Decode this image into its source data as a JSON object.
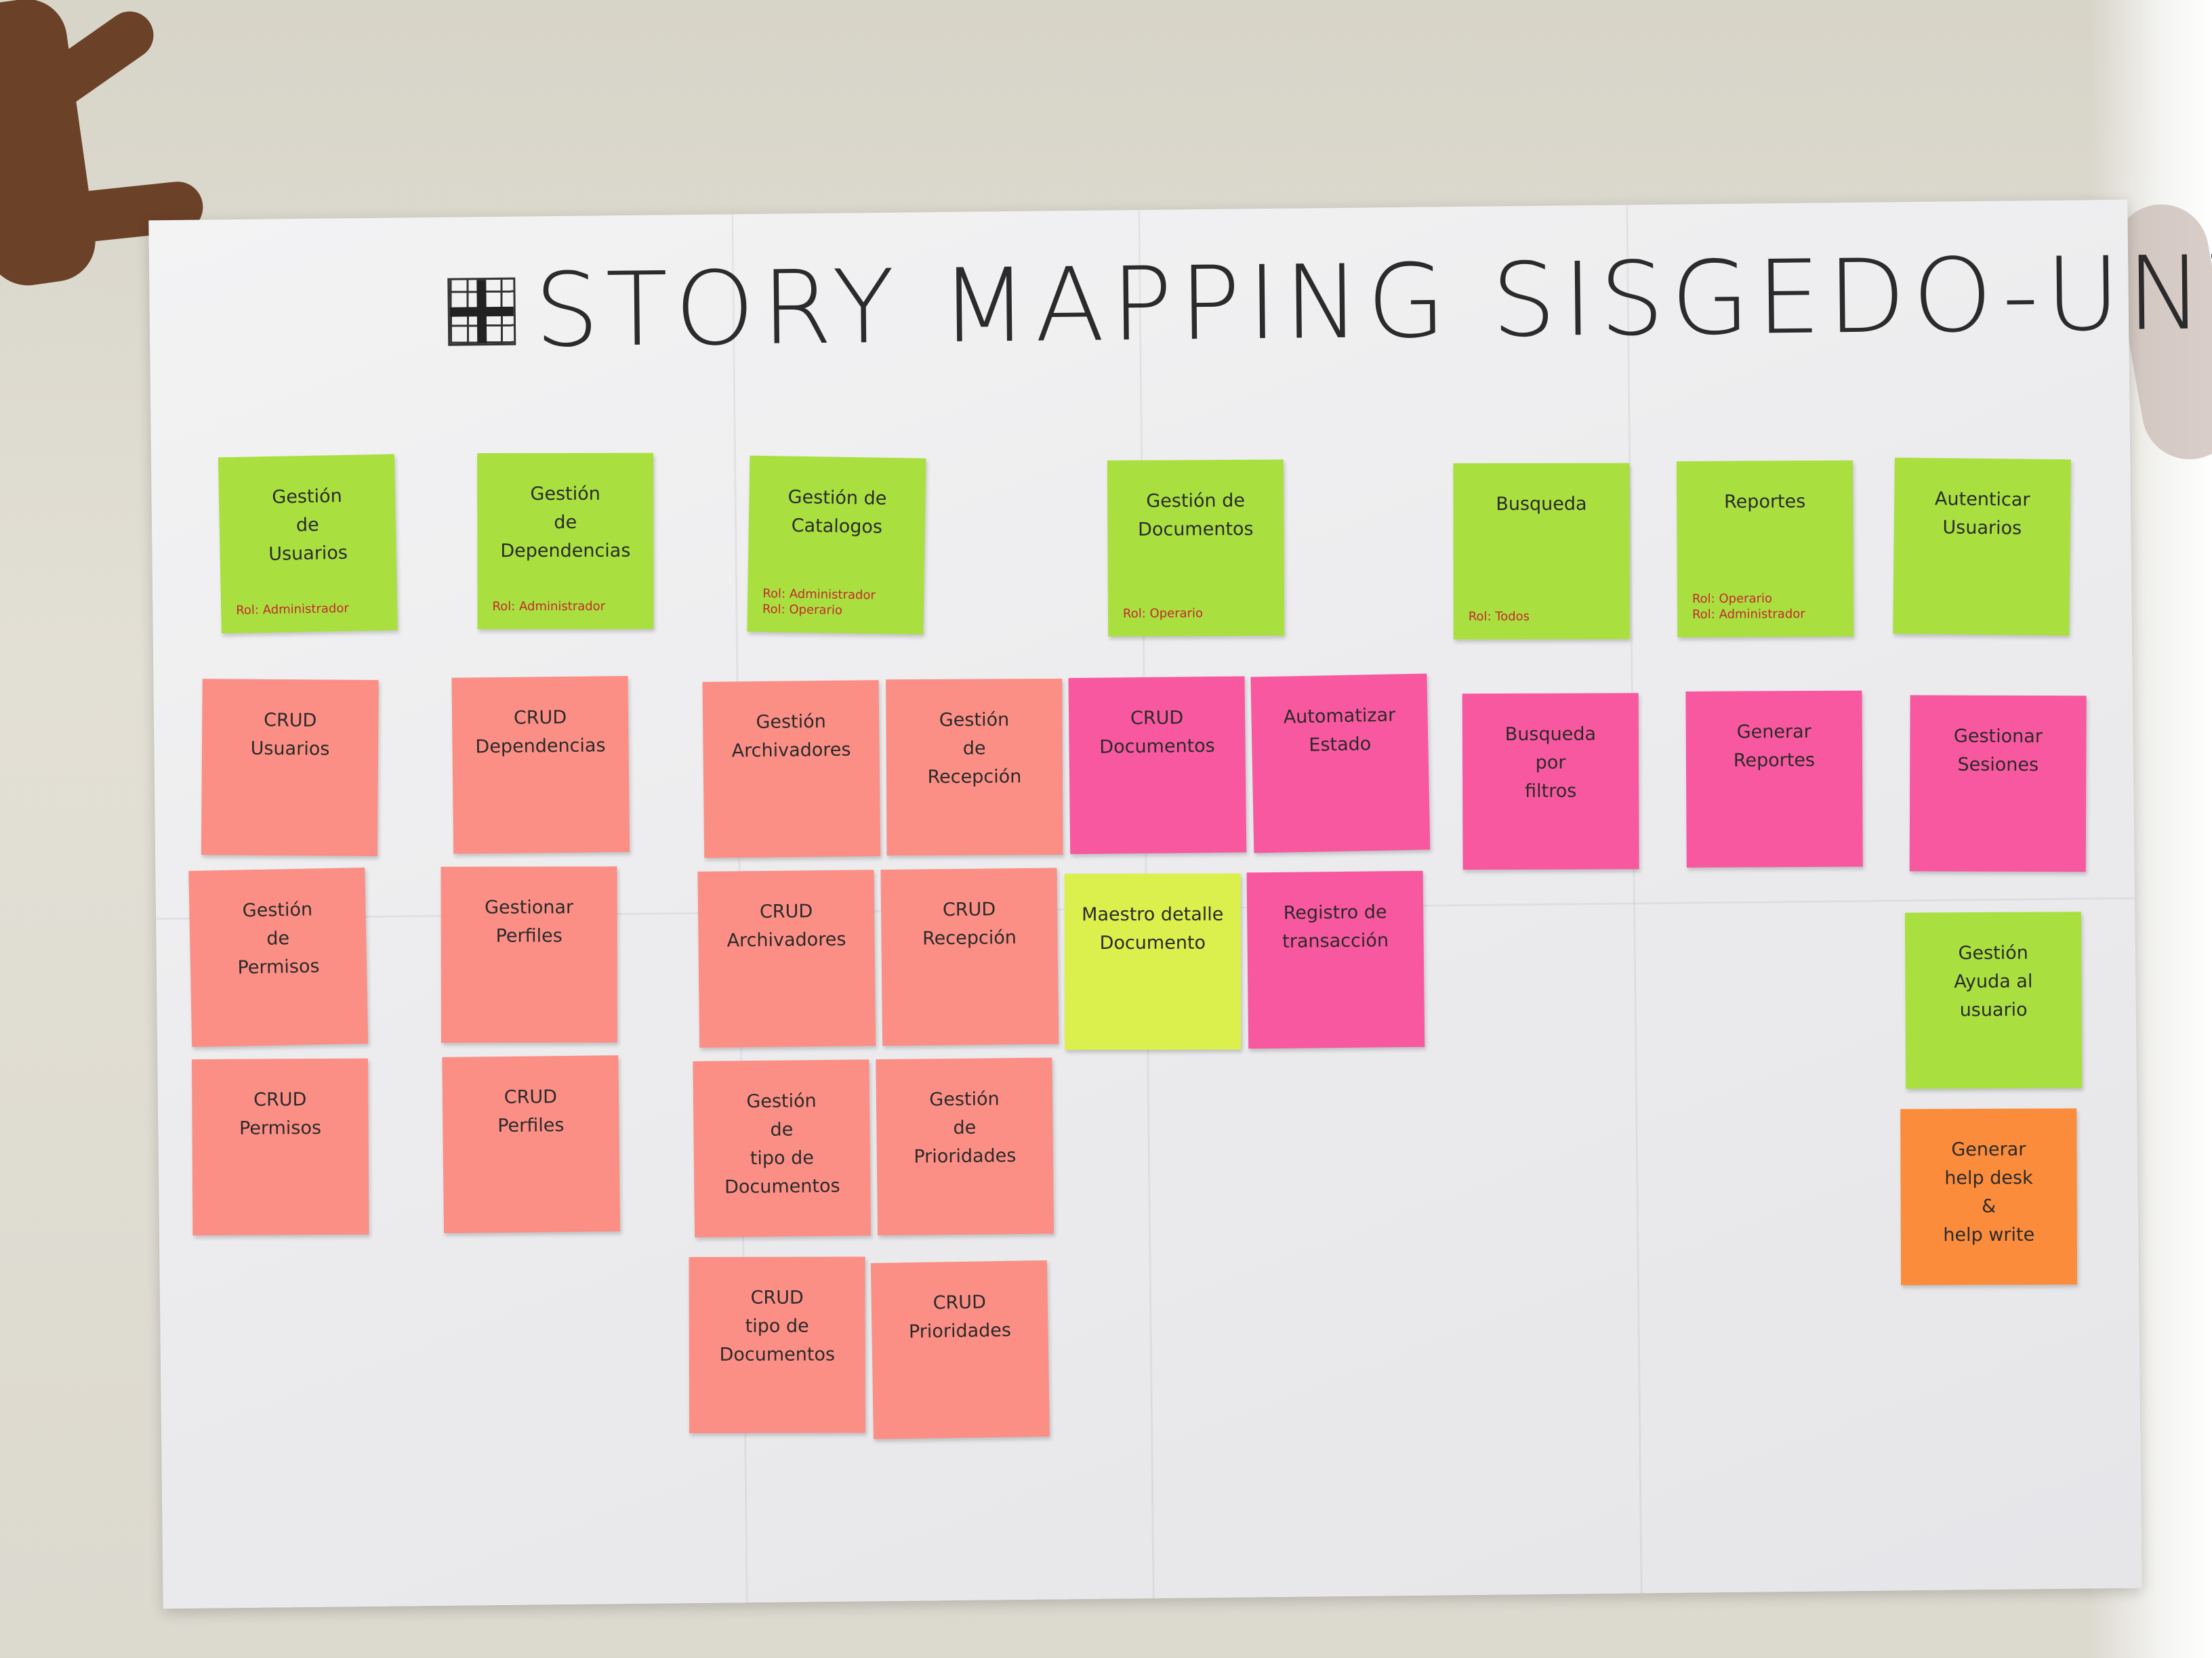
{
  "board": {
    "title": "STORY MAPPING SISGEDO-UNT"
  },
  "notes": [
    {
      "id": "gestion-usuarios",
      "label": "Gestión\nde\nUsuarios",
      "roles": "Rol: Administrador",
      "color": "#a9e040"
    },
    {
      "id": "gestion-dependencias",
      "label": "Gestión\nde\nDependencias",
      "roles": "Rol: Administrador",
      "color": "#a9e040"
    },
    {
      "id": "gestion-catalogos",
      "label": "Gestión de\nCatalogos",
      "roles": "Rol: Administrador\nRol: Operario",
      "color": "#a9e040"
    },
    {
      "id": "gestion-documentos",
      "label": "Gestión de\nDocumentos",
      "roles": "Rol: Operario",
      "color": "#a9e040"
    },
    {
      "id": "busqueda",
      "label": "Busqueda",
      "roles": "Rol: Todos",
      "color": "#a9e040"
    },
    {
      "id": "reportes",
      "label": "Reportes",
      "roles": "Rol: Operario\nRol: Administrador",
      "color": "#a9e040"
    },
    {
      "id": "autenticar-usuarios",
      "label": "Autenticar\nUsuarios",
      "roles": "",
      "color": "#a9e040"
    },
    {
      "id": "crud-usuarios",
      "label": "CRUD\nUsuarios",
      "roles": "",
      "color": "#fb8f86"
    },
    {
      "id": "crud-dependencias",
      "label": "CRUD\nDependencias",
      "roles": "",
      "color": "#fb8f86"
    },
    {
      "id": "gestion-archivadores",
      "label": "Gestión\nArchivadores",
      "roles": "",
      "color": "#fb8f86"
    },
    {
      "id": "gestion-recepcion",
      "label": "Gestión\nde\nRecepción",
      "roles": "",
      "color": "#fb8f86"
    },
    {
      "id": "crud-documentos",
      "label": "CRUD\nDocumentos",
      "roles": "",
      "color": "#f8589f"
    },
    {
      "id": "automatizar-estado",
      "label": "Automatizar\nEstado",
      "roles": "",
      "color": "#f8589f"
    },
    {
      "id": "busqueda-filtros",
      "label": "Busqueda\npor\nfiltros",
      "roles": "",
      "color": "#f8589f"
    },
    {
      "id": "generar-reportes",
      "label": "Generar Reportes",
      "roles": "",
      "color": "#f8589f"
    },
    {
      "id": "gestionar-sesiones",
      "label": "Gestionar\nSesiones",
      "roles": "",
      "color": "#f8589f"
    },
    {
      "id": "gestion-permisos",
      "label": "Gestión\nde\nPermisos",
      "roles": "",
      "color": "#fb8f86"
    },
    {
      "id": "gestionar-perfiles",
      "label": "Gestionar\nPerfiles",
      "roles": "",
      "color": "#fb8f86"
    },
    {
      "id": "crud-archivadores",
      "label": "CRUD\nArchivadores",
      "roles": "",
      "color": "#fb8f86"
    },
    {
      "id": "crud-recepcion",
      "label": "CRUD\nRecepción",
      "roles": "",
      "color": "#fb8f86"
    },
    {
      "id": "maestro-detalle",
      "label": "Maestro detalle\nDocumento",
      "roles": "",
      "color": "#dbf04c"
    },
    {
      "id": "registro-transaccion",
      "label": "Registro de\ntransacción",
      "roles": "",
      "color": "#f8589f"
    },
    {
      "id": "gestion-ayuda",
      "label": "Gestión\nAyuda al\nusuario",
      "roles": "",
      "color": "#a9e040"
    },
    {
      "id": "crud-permisos",
      "label": "CRUD\nPermisos",
      "roles": "",
      "color": "#fb8f86"
    },
    {
      "id": "crud-perfiles",
      "label": "CRUD\nPerfiles",
      "roles": "",
      "color": "#fb8f86"
    },
    {
      "id": "gestion-tipo-documentos",
      "label": "Gestión\nde\ntipo de Documentos",
      "roles": "",
      "color": "#fb8f86"
    },
    {
      "id": "gestion-prioridades",
      "label": "Gestión\nde\nPrioridades",
      "roles": "",
      "color": "#fb8f86"
    },
    {
      "id": "generar-help",
      "label": "Generar\nhelp desk\n&\nhelp write",
      "roles": "",
      "color": "#fb8c3c"
    },
    {
      "id": "crud-tipo-documentos",
      "label": "CRUD\ntipo de\nDocumentos",
      "roles": "",
      "color": "#fb8f86"
    },
    {
      "id": "crud-prioridades",
      "label": "CRUD\nPrioridades",
      "roles": "",
      "color": "#fb8f86"
    }
  ]
}
